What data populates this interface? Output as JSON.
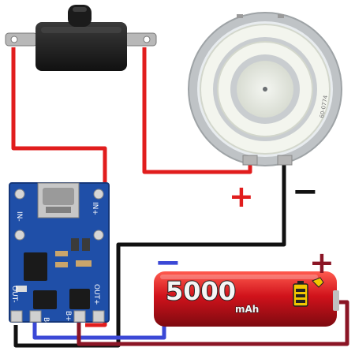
{
  "switch": {
    "name": "push-button-switch"
  },
  "led": {
    "name": "cob-led-disc",
    "pcb_code": "60-0774"
  },
  "charger": {
    "name": "charger-module",
    "labels": {
      "in_minus": "IN-",
      "in_plus": "IN+",
      "out_minus": "OUT-",
      "out_plus": "OUT+",
      "b_minus": "B-",
      "b_plus": "B+"
    }
  },
  "battery": {
    "capacity": "5000",
    "unit": "mAh"
  },
  "polarity": {
    "led_plus": "+",
    "led_minus": "−",
    "battery_plus": "+",
    "battery_minus": "−"
  },
  "colors": {
    "red_wire": "#e11d1d",
    "black_wire": "#111111",
    "blue_wire": "#3b48d6",
    "maroon_wire": "#8b1525",
    "pcb_blue": "#1f4fa8",
    "battery_red": "#d0121b"
  }
}
